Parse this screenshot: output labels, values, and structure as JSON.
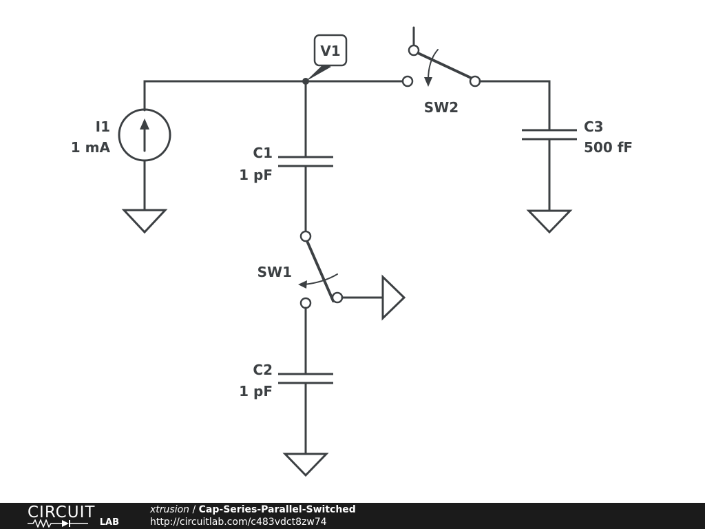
{
  "probe": {
    "label": "V1"
  },
  "components": {
    "I1": {
      "name": "I1",
      "value": "1 mA"
    },
    "C1": {
      "name": "C1",
      "value": "1 pF"
    },
    "C2": {
      "name": "C2",
      "value": "1 pF"
    },
    "C3": {
      "name": "C3",
      "value": "500 fF"
    },
    "SW1": {
      "name": "SW1"
    },
    "SW2": {
      "name": "SW2"
    }
  },
  "footer": {
    "logo_top": "CIRCUIT",
    "logo_bottom": "LAB",
    "author": "xtrusion",
    "separator": " / ",
    "title": "Cap-Series-Parallel-Switched",
    "url": "http://circuitlab.com/c483vdct8zw74"
  },
  "colors": {
    "ink": "#3c4043",
    "footer_bg": "#1b1b1b",
    "footer_text": "#ffffff"
  }
}
